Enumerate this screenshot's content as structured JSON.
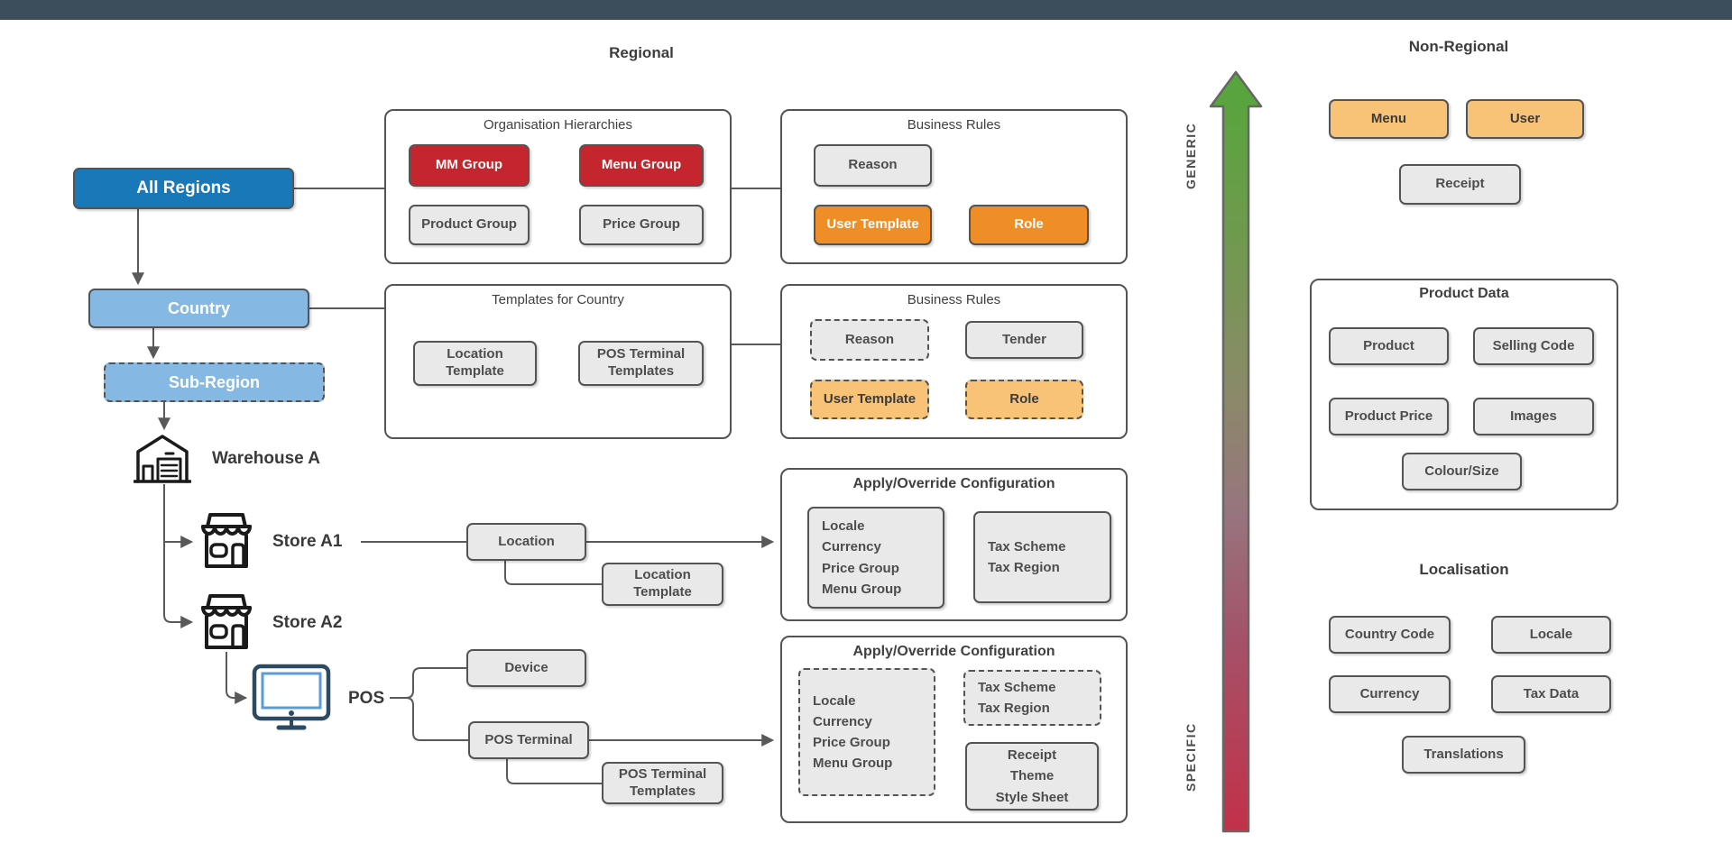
{
  "titles": {
    "regional": "Regional",
    "non_regional": "Non-Regional"
  },
  "axis": {
    "generic": "GENERIC",
    "specific": "SPECIFIC"
  },
  "hierarchy": {
    "all_regions": "All Regions",
    "country": "Country",
    "sub_region": "Sub-Region",
    "warehouse_a": "Warehouse A",
    "store_a1": "Store A1",
    "store_a2": "Store A2",
    "pos": "POS"
  },
  "mid": {
    "location": "Location",
    "location_template": [
      "Location",
      "Template"
    ],
    "device": "Device",
    "pos_terminal": "POS Terminal",
    "pos_terminal_templates": [
      "POS Terminal",
      "Templates"
    ]
  },
  "org": {
    "title": "Organisation Hierarchies",
    "mm_group": "MM Group",
    "menu_group": "Menu Group",
    "product_group": "Product Group",
    "price_group": "Price Group"
  },
  "br1": {
    "title": "Business Rules",
    "reason": "Reason",
    "user_template": "User Template",
    "role": "Role"
  },
  "tfc": {
    "title": "Templates for Country",
    "location_template": [
      "Location",
      "Template"
    ],
    "pos_terminal_templates": [
      "POS Terminal",
      "Templates"
    ]
  },
  "br2": {
    "title": "Business Rules",
    "reason": "Reason",
    "tender": "Tender",
    "user_template": "User Template",
    "role": "Role"
  },
  "apply1": {
    "title": "Apply/Override Configuration",
    "config_stack": [
      "Locale",
      "Currency",
      "Price Group",
      "Menu Group"
    ],
    "tax_stack": [
      "Tax Scheme",
      "Tax Region"
    ]
  },
  "apply2": {
    "title": "Apply/Override Configuration",
    "config_stack": [
      "Locale",
      "Currency",
      "Price Group",
      "Menu Group"
    ],
    "tax_stack": [
      "Tax Scheme",
      "Tax Region"
    ],
    "receipt_stack": [
      "Receipt",
      "Theme",
      "Style Sheet"
    ]
  },
  "non_regional": {
    "menu": "Menu",
    "user": "User",
    "receipt": "Receipt"
  },
  "product_data": {
    "title": "Product Data",
    "product": "Product",
    "selling_code": "Selling Code",
    "product_price": "Product Price",
    "images": "Images",
    "colour_size": "Colour/Size"
  },
  "localisation": {
    "title": "Localisation",
    "country_code": "Country Code",
    "locale": "Locale",
    "currency": "Currency",
    "tax_data": "Tax Data",
    "translations": "Translations"
  },
  "icons": {
    "warehouse": "warehouse-icon",
    "store": "storefront-icon",
    "pos": "monitor-icon",
    "axis_arrow": "gradient-arrow-up-icon"
  },
  "colors": {
    "topbar": "#3c4d5c",
    "blue": "#1878b8",
    "light_blue": "#85b9e3",
    "red": "#c5262e",
    "orange": "#ef8e26",
    "light_orange": "#f8c377",
    "gray_box": "#e9e9e9",
    "line": "#595959",
    "gradient_green": "#55a63b",
    "gradient_red": "#c23148"
  }
}
